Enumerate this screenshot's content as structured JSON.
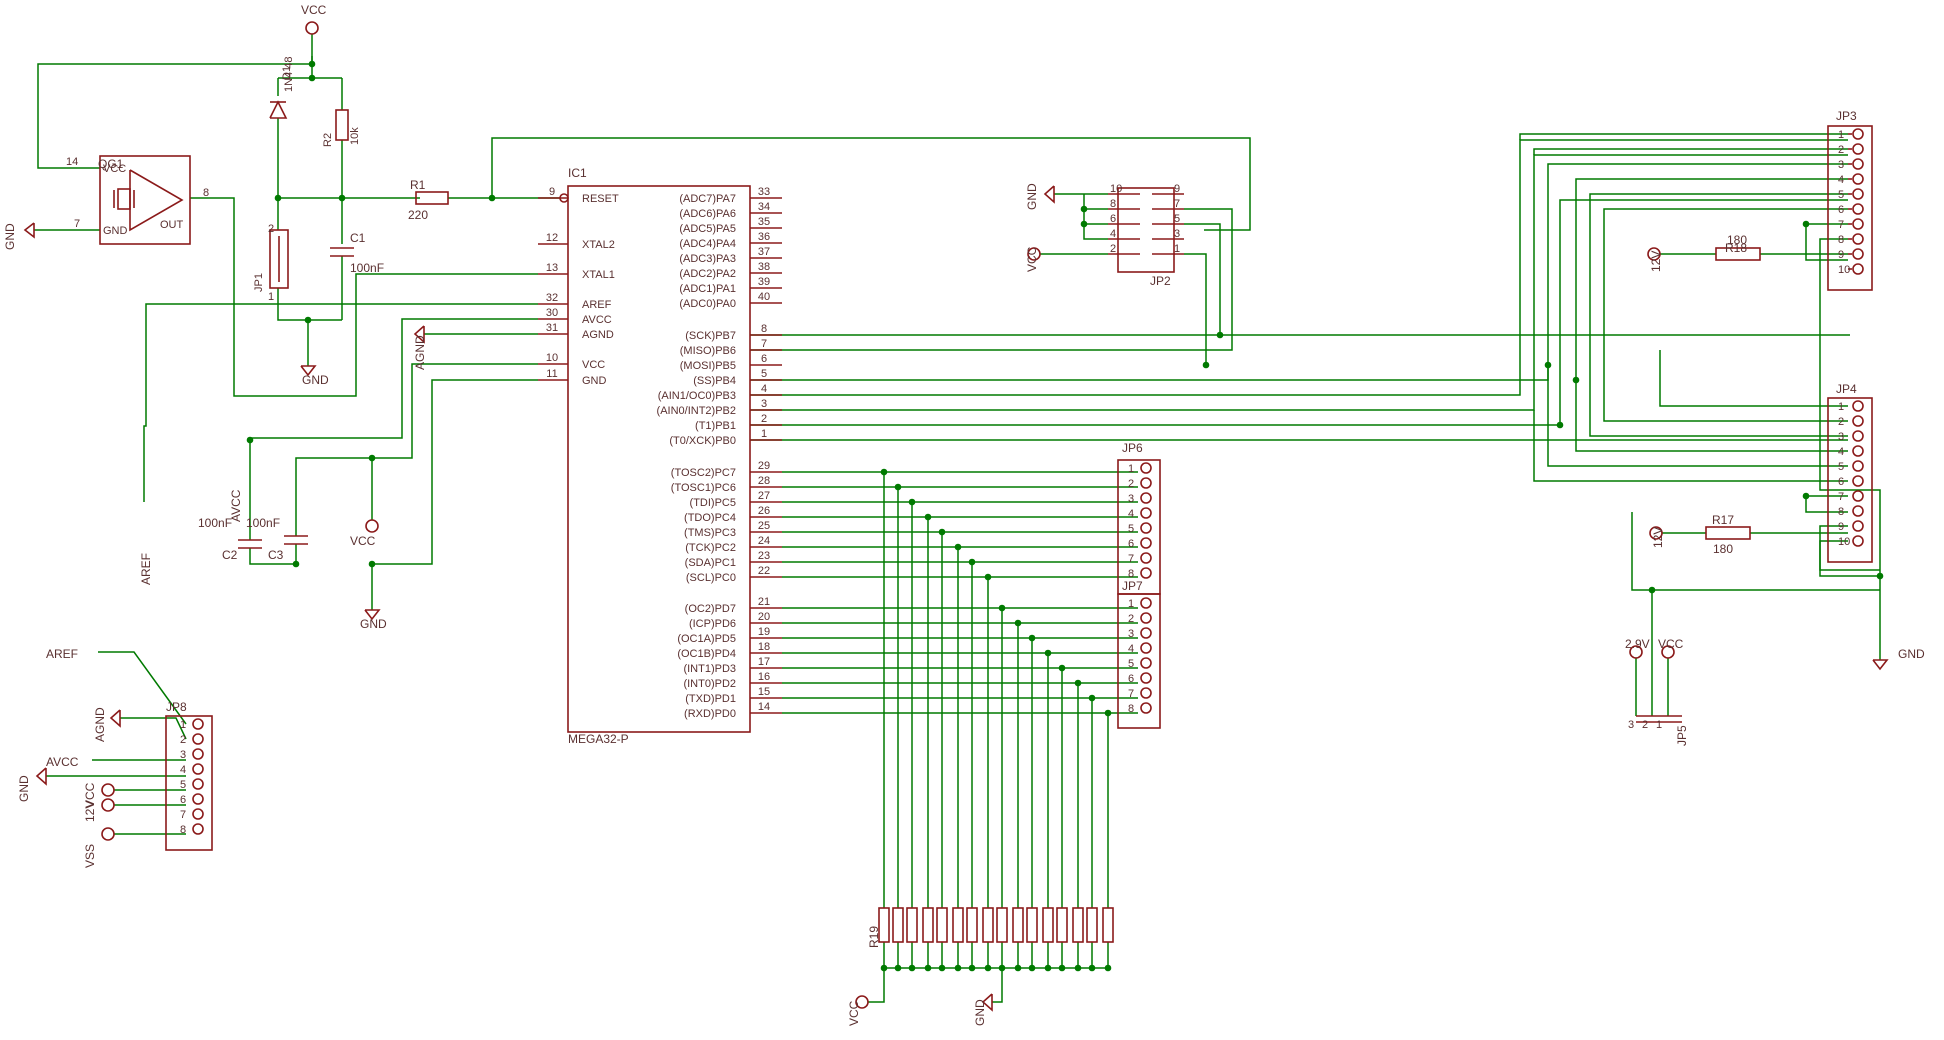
{
  "ic1": {
    "name": "IC1",
    "value": "MEGA32-P",
    "left_pins": [
      {
        "num": "9",
        "name": "RESET"
      },
      {
        "num": "12",
        "name": "XTAL2"
      },
      {
        "num": "13",
        "name": "XTAL1"
      },
      {
        "num": "32",
        "name": "AREF"
      },
      {
        "num": "30",
        "name": "AVCC"
      },
      {
        "num": "31",
        "name": "AGND"
      },
      {
        "num": "10",
        "name": "VCC"
      },
      {
        "num": "11",
        "name": "GND"
      }
    ],
    "porta": [
      {
        "num": "33",
        "name": "(ADC7)PA7"
      },
      {
        "num": "34",
        "name": "(ADC6)PA6"
      },
      {
        "num": "35",
        "name": "(ADC5)PA5"
      },
      {
        "num": "36",
        "name": "(ADC4)PA4"
      },
      {
        "num": "37",
        "name": "(ADC3)PA3"
      },
      {
        "num": "38",
        "name": "(ADC2)PA2"
      },
      {
        "num": "39",
        "name": "(ADC1)PA1"
      },
      {
        "num": "40",
        "name": "(ADC0)PA0"
      }
    ],
    "portb": [
      {
        "num": "8",
        "name": "(SCK)PB7"
      },
      {
        "num": "7",
        "name": "(MISO)PB6"
      },
      {
        "num": "6",
        "name": "(MOSI)PB5"
      },
      {
        "num": "5",
        "name": "(SS)PB4"
      },
      {
        "num": "4",
        "name": "(AIN1/OC0)PB3"
      },
      {
        "num": "3",
        "name": "(AIN0/INT2)PB2"
      },
      {
        "num": "2",
        "name": "(T1)PB1"
      },
      {
        "num": "1",
        "name": "(T0/XCK)PB0"
      }
    ],
    "portc": [
      {
        "num": "29",
        "name": "(TOSC2)PC7"
      },
      {
        "num": "28",
        "name": "(TOSC1)PC6"
      },
      {
        "num": "27",
        "name": "(TDI)PC5"
      },
      {
        "num": "26",
        "name": "(TDO)PC4"
      },
      {
        "num": "25",
        "name": "(TMS)PC3"
      },
      {
        "num": "24",
        "name": "(TCK)PC2"
      },
      {
        "num": "23",
        "name": "(SDA)PC1"
      },
      {
        "num": "22",
        "name": "(SCL)PC0"
      }
    ],
    "portd": [
      {
        "num": "21",
        "name": "(OC2)PD7"
      },
      {
        "num": "20",
        "name": "(ICP)PD6"
      },
      {
        "num": "19",
        "name": "(OC1A)PD5"
      },
      {
        "num": "18",
        "name": "(OC1B)PD4"
      },
      {
        "num": "17",
        "name": "(INT1)PD3"
      },
      {
        "num": "16",
        "name": "(INT0)PD2"
      },
      {
        "num": "15",
        "name": "(TXD)PD1"
      },
      {
        "num": "14",
        "name": "(RXD)PD0"
      }
    ]
  },
  "oscillator": {
    "name": "QG1",
    "pin14": "14",
    "pin7": "7",
    "pin8": "8",
    "vcc": "VCC",
    "gnd": "GND",
    "out": "OUT"
  },
  "reset_circuit": {
    "d1_name": "D1",
    "d1_value": "1N4 48",
    "r2_name": "R2",
    "r2_value": "10k",
    "c1_name": "C1",
    "c1_value": "100nF",
    "r1_name": "R1",
    "r1_value": "220",
    "jp1_name": "JP1",
    "jp1_pin2": "2",
    "jp1_pin1": "1"
  },
  "decoupling": {
    "c2_name": "C2",
    "c2_value": "100nF",
    "c3_name": "C3",
    "c3_value": "100nF",
    "avcc": "AVCC"
  },
  "supplies": {
    "vcc": "VCC",
    "gnd": "GND",
    "agnd": "AGND",
    "aref": "AREF",
    "avcc": "AVCC",
    "v12": "12V",
    "vss": "VSS",
    "v29": "2.9V"
  },
  "headers": {
    "jp2": {
      "name": "JP2",
      "left": [
        "10",
        "8",
        "6",
        "4",
        "2"
      ],
      "right": [
        "9",
        "7",
        "5",
        "3",
        "1"
      ]
    },
    "jp3": {
      "name": "JP3",
      "pins": [
        "1",
        "2",
        "3",
        "4",
        "5",
        "6",
        "7",
        "8",
        "9",
        "10"
      ]
    },
    "jp4": {
      "name": "JP4",
      "pins": [
        "1",
        "2",
        "3",
        "4",
        "5",
        "6",
        "7",
        "8",
        "9",
        "10"
      ]
    },
    "jp5": {
      "name": "JP5",
      "pins": [
        "3",
        "2",
        "1"
      ]
    },
    "jp6": {
      "name": "JP6",
      "pins": [
        "1",
        "2",
        "3",
        "4",
        "5",
        "6",
        "7",
        "8"
      ]
    },
    "jp7": {
      "name": "JP7",
      "pins": [
        "1",
        "2",
        "3",
        "4",
        "5",
        "6",
        "7",
        "8"
      ]
    },
    "jp8": {
      "name": "JP8",
      "pins": [
        "1",
        "2",
        "3",
        "4",
        "5",
        "6",
        "7",
        "8"
      ]
    }
  },
  "resistors": {
    "r17_name": "R17",
    "r17_value": "180",
    "r18_name": "R18",
    "r18_value": "180",
    "r19_name": "R19"
  }
}
